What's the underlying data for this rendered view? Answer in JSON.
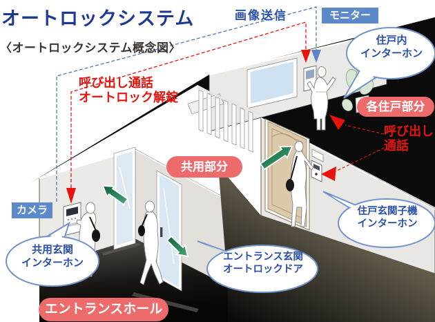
{
  "diagram_title": "オートロックシステム",
  "diagram_subtitle": "〈オートロックシステム概念図〉",
  "labels": {
    "image_transmission": "画像送信",
    "monitor": "モニター",
    "camera": "カメラ",
    "call_talk_unlock_line1": "呼び出し通話",
    "call_talk_unlock_line2": "オートロック解錠",
    "call_talk_line1": "呼び出し",
    "call_talk_line2": "通話"
  },
  "areas": {
    "dwelling_unit": "各住戸部分",
    "common_area": "共用部分",
    "entrance_hall": "エントランスホール"
  },
  "callouts": {
    "unit_interphone": {
      "line1": "住戸内",
      "line2": "インターホン"
    },
    "common_entrance_interphone": {
      "line1": "共用玄関",
      "line2": "インターホン"
    },
    "entrance_autolock_door": {
      "line1": "エントランス玄関",
      "line2": "オートロックドア"
    },
    "unit_door_station": {
      "line1": "住戸玄関子機",
      "line2": "インターホン"
    }
  },
  "colors": {
    "title_blue": "#1d3994",
    "label_blue": "#2a50a8",
    "tag_blue": "#5c8ac8",
    "line_blue": "#4f74bd",
    "alert_red": "#e8130d",
    "pill_red": "#ee6b6b",
    "arrow_green": "#1d7348",
    "wall": "#ebe9e5",
    "door_tan": "#dbc9ab"
  }
}
